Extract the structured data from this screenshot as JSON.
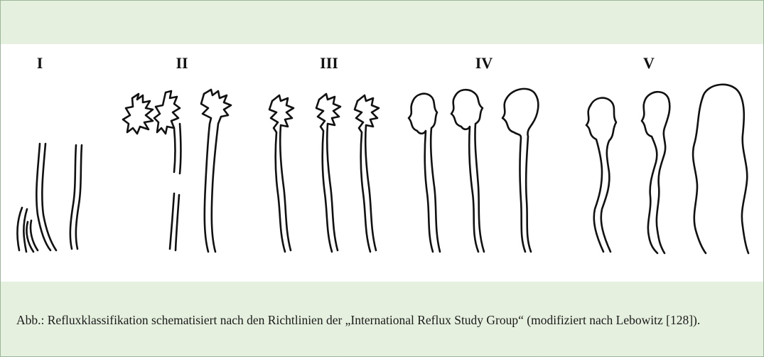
{
  "figure": {
    "grade_labels": [
      "I",
      "II",
      "III",
      "IV",
      "V"
    ],
    "caption": "Abb.: Refluxklassifikation schematisiert nach den Richtlinien der „International Reflux Study Group“ (modifiziert nach Lebowitz [128])."
  }
}
